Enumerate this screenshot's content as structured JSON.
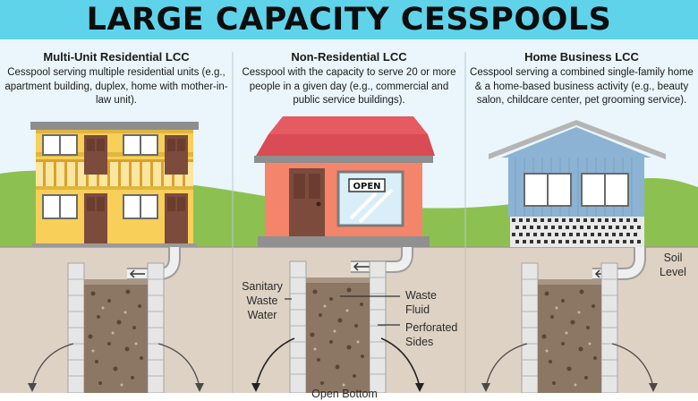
{
  "title": "LARGE CAPACITY CESSPOOLS",
  "panels": [
    {
      "title": "Multi-Unit Residential LCC",
      "description": "Cesspool serving multiple residential units (e.g., apartment building, duplex, home with mother-in-law unit)."
    },
    {
      "title": "Non-Residential LCC",
      "description": "Cesspool with the capacity to serve 20 or more people in a given day (e.g., commercial and public service buildings)."
    },
    {
      "title": "Home Business LCC",
      "description": "Cesspool serving a combined single-family home & a home-based business activity (e.g., beauty salon, childcare center, pet grooming service)."
    }
  ],
  "shop_sign": "OPEN",
  "labels": {
    "sanitary": "Sanitary Waste Water",
    "waste_fluid": "Waste Fluid",
    "perforated": "Perforated Sides",
    "soil": "Soil Level",
    "bottom": "Open Bottom"
  },
  "colors": {
    "banner": "#5fd3ea",
    "sky": "#eaf6fb",
    "hill": "#8cc152",
    "soil": "#ded2c4",
    "waste": "#8c7765",
    "roof_red": "#e65b62",
    "shop_wall": "#f4856b",
    "apt_yellow": "#f7cf59",
    "home_blue": "#8cb3d4"
  }
}
